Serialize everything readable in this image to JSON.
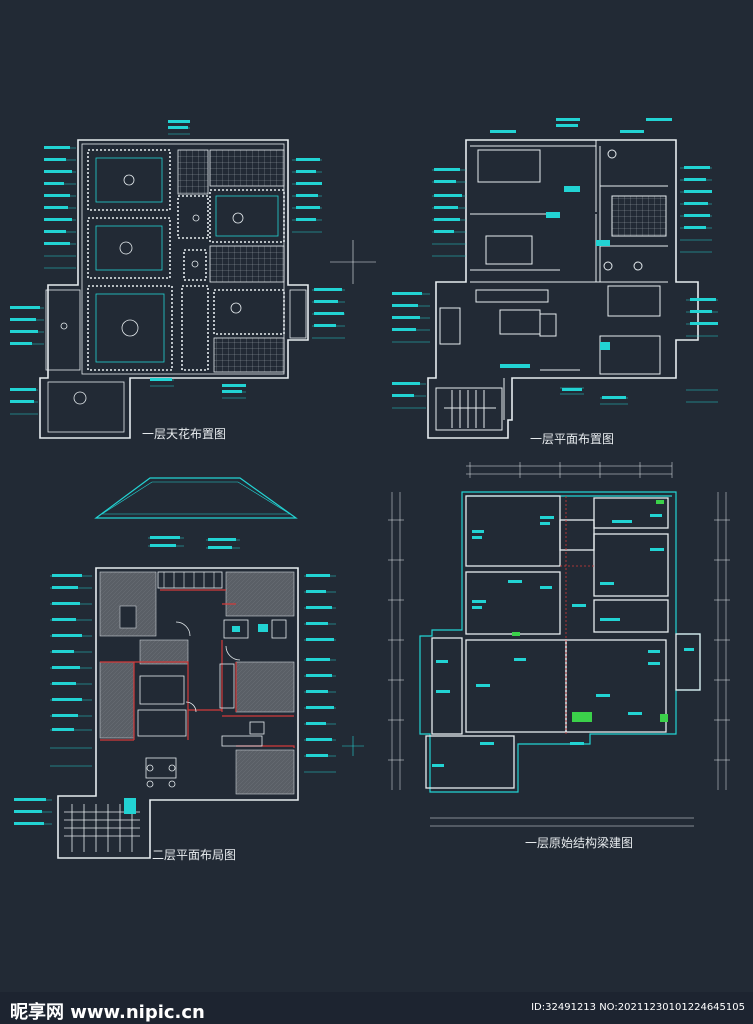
{
  "drawings": {
    "ceiling_plan_title": "一层天花布置图",
    "floor1_plan_title": "一层平面布置图",
    "floor2_plan_title": "二层平面布局图",
    "structure_plan_title": "一层原始结构梁建图"
  },
  "watermark": {
    "logo": "昵享网 www.nipic.cn",
    "id_line": "ID:32491213 NO:20211230101224645105"
  },
  "colors": {
    "background": "#222a35",
    "wall": "#e6ecef",
    "annotation": "#22d3d3",
    "detail": "#c8cfd4",
    "highlight_red": "#d23a3a",
    "fill_gray": "#5a5f66",
    "accent_green": "#3bd14a"
  }
}
